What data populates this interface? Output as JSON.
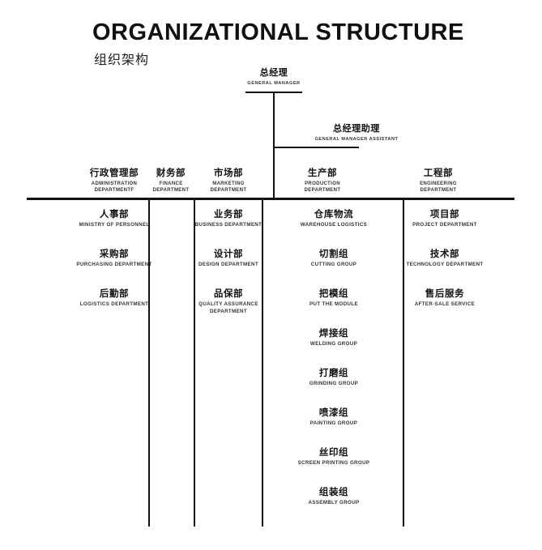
{
  "title": {
    "english": "ORGANIZATIONAL STRUCTURE",
    "chinese": "组织架构"
  },
  "chart_data": {
    "type": "diagram",
    "title": "ORGANIZATIONAL STRUCTURE",
    "subtitle": "组织架构",
    "orientation": "top-down",
    "levels": 3
  },
  "top": {
    "general_manager": {
      "cn": "总经理",
      "en": "GENERAL MANAGER"
    },
    "gm_assistant": {
      "cn": "总经理助理",
      "en": "GENERAL MANAGER ASSISTANT"
    }
  },
  "departments": [
    {
      "cn": "行政管理部",
      "en": "ADMINISTRATION DEPARTMENTF",
      "children": [
        {
          "cn": "人事部",
          "en": "MINISTRY OF PERSONNEL"
        },
        {
          "cn": "采购部",
          "en": "PURCHASING DEPARTMENT"
        },
        {
          "cn": "后勤部",
          "en": "LOGISTICS DEPARTMENT"
        }
      ]
    },
    {
      "cn": "财务部",
      "en": "FINANCE DEPARTMENT",
      "children": []
    },
    {
      "cn": "市场部",
      "en": "MARKETING DEPARTMENT",
      "children": [
        {
          "cn": "业务部",
          "en": "BUSINESS DEPARTMENT"
        },
        {
          "cn": "设计部",
          "en": "DESIGN DEPARTMENT"
        },
        {
          "cn": "品保部",
          "en": "QUALITY ASSURANCE DEPARTMENT"
        }
      ]
    },
    {
      "cn": "生产部",
      "en": "PRODUCTION DEPARTMENT",
      "children": [
        {
          "cn": "仓库物流",
          "en": "WAREHOUSE LOGISTICS"
        },
        {
          "cn": "切割组",
          "en": "CUTTING GROUP"
        },
        {
          "cn": "把模组",
          "en": "PUT THE MODULE"
        },
        {
          "cn": "焊接组",
          "en": "WELDING GROUP"
        },
        {
          "cn": "打磨组",
          "en": "GRINDING GROUP"
        },
        {
          "cn": "喷漆组",
          "en": "PAINTING GROUP"
        },
        {
          "cn": "丝印组",
          "en": "SCREEN PRINTING GROUP"
        },
        {
          "cn": "组装组",
          "en": "ASSEMBLY GROUP"
        }
      ]
    },
    {
      "cn": "工程部",
      "en": "ENGINEERING DEPARTMENT",
      "children": [
        {
          "cn": "项目部",
          "en": "PROJECT DEPARTMENT"
        },
        {
          "cn": "技术部",
          "en": "TECHNOLOGY DEPARTMENT"
        },
        {
          "cn": "售后服务",
          "en": "AFTER-SALE SERVICE"
        }
      ]
    }
  ],
  "colors": {
    "line": "#111111",
    "text": "#1a1a1a",
    "background": "#ffffff"
  }
}
